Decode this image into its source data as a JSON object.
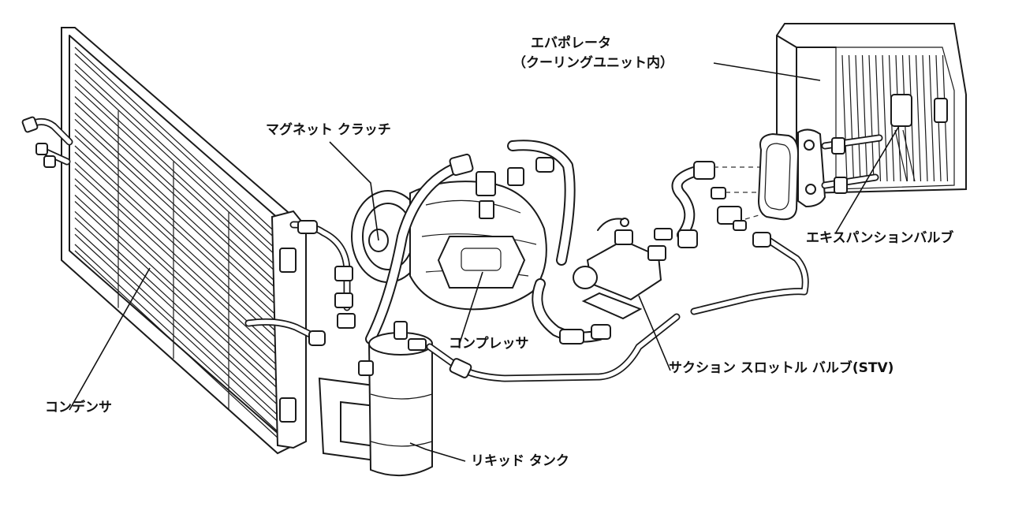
{
  "labels": {
    "condenser": "コンデンサ",
    "magnet_clutch": "マグネット クラッチ",
    "compressor": "コンプレッサ",
    "liquid_tank": "リキッド タンク",
    "evaporator_line1": "エバポレータ",
    "evaporator_line2": "（クーリングユニット内）",
    "expansion_valve": "エキスパンションバルブ",
    "stv": "サクション スロットル バルブ(STV)"
  }
}
